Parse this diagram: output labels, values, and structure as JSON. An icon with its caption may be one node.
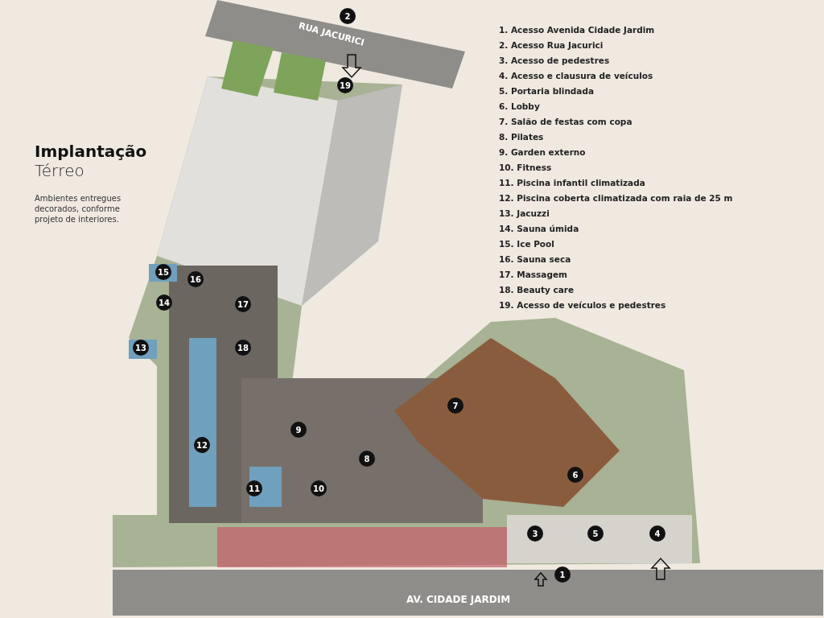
{
  "diagram": {
    "title": "Implantação",
    "caption": "Ambientes entregues decorados, conforme projeto de interiores.",
    "labels": [
      "Térreo",
      "RUA JACURICI",
      "1. Acesso Avenida Cidade Jardim",
      "2. Acesso Rua Jacurici",
      "3. Acesso de pedestres",
      "4. Acesso e clausura de veículos",
      "5. Portaria blindada",
      "6. Lobby",
      "7. Salão de festas com copa",
      "8. Pilates",
      "9. Garden externo",
      "10. Fitness",
      "11. Piscina infantil climatizada",
      "12. Piscina coberta climatizada com raia de 25 m",
      "13. Jacuzzi",
      "14. Sauna úmida",
      "15. Ice Pool",
      "16. Sauna seca",
      "17. Massagem",
      "18. Beauty care",
      "19. Acesso de veículos e pedestres",
      "2",
      "19",
      "15",
      "16",
      "17",
      "14",
      "18",
      "13",
      "7",
      "9",
      "12",
      "8",
      "6",
      "11",
      "10",
      "3",
      "5",
      "4",
      "1",
      "AV. CIDADE JARDIM"
    ]
  }
}
